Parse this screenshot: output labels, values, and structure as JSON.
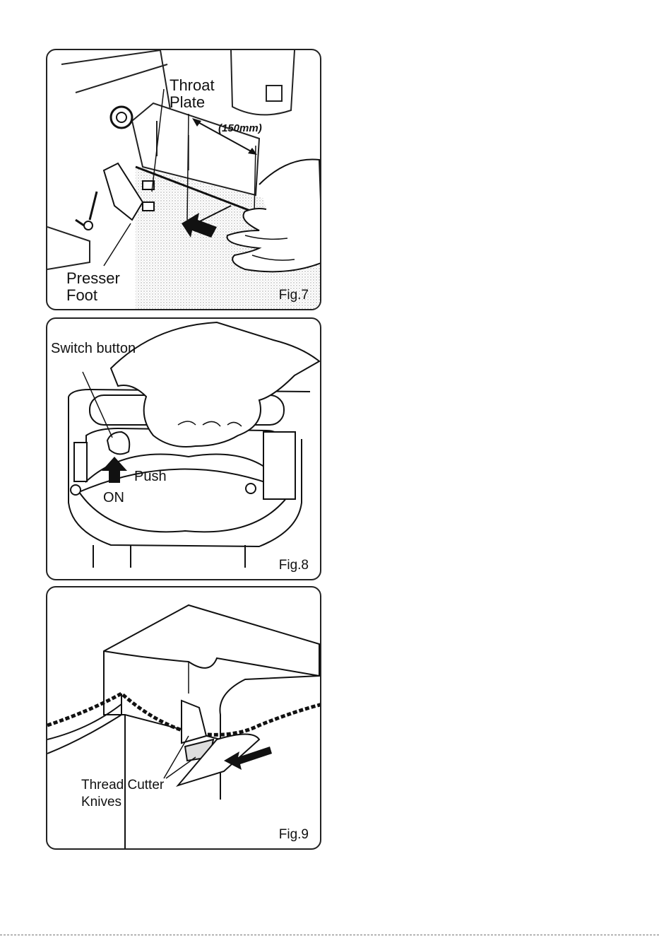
{
  "figures": [
    {
      "id": "fig7",
      "number": "Fig.7",
      "labels": {
        "throat_plate": "Throat\nPlate",
        "presser_foot": "Presser\nFoot",
        "dimension": "(150mm)"
      }
    },
    {
      "id": "fig8",
      "number": "Fig.8",
      "labels": {
        "switch_button": "Switch button",
        "push": "Push",
        "on": "ON"
      }
    },
    {
      "id": "fig9",
      "number": "Fig.9",
      "labels": {
        "thread_cutter": "Thread Cutter\nKnives"
      }
    }
  ]
}
